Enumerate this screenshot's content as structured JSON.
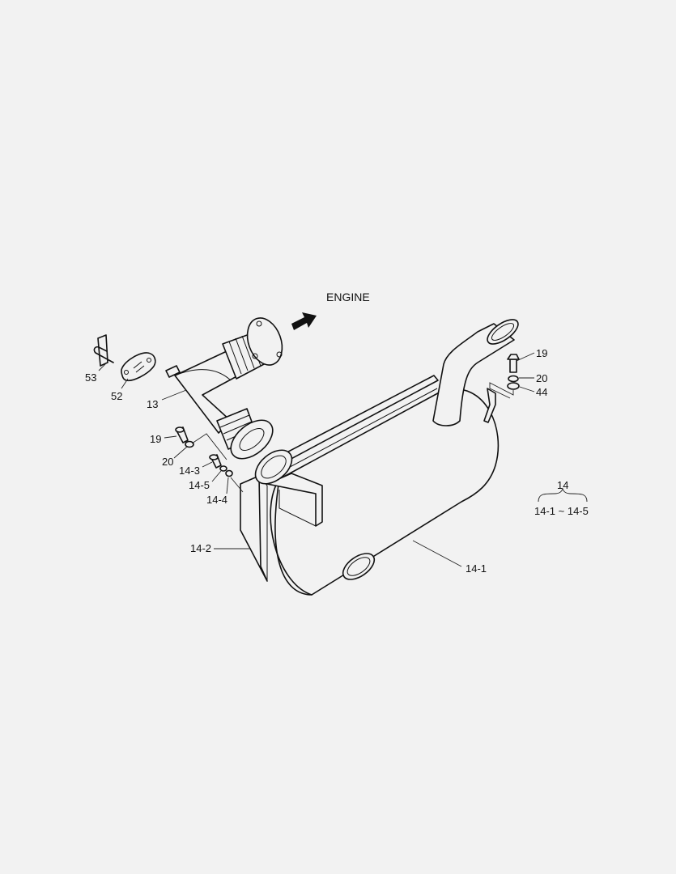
{
  "diagram": {
    "direction_label": "ENGINE",
    "parts": [
      {
        "id": "53"
      },
      {
        "id": "52"
      },
      {
        "id": "13"
      },
      {
        "id": "19"
      },
      {
        "id": "20"
      },
      {
        "id": "14-3"
      },
      {
        "id": "14-5"
      },
      {
        "id": "14-4"
      },
      {
        "id": "14-2"
      },
      {
        "id": "14-1"
      }
    ],
    "right_parts": [
      {
        "id": "19"
      },
      {
        "id": "20"
      },
      {
        "id": "44"
      }
    ],
    "assembly": {
      "id": "14",
      "range": "14-1 ~ 14-5"
    }
  }
}
